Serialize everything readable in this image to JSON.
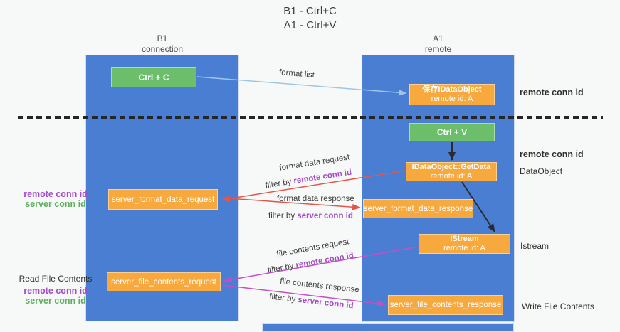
{
  "title": {
    "line1": "B1 - Ctrl+C",
    "line2": "A1 - Ctrl+V"
  },
  "lifelines": {
    "left": {
      "title": "B1",
      "subtitle": "connection"
    },
    "right": {
      "title": "A1",
      "subtitle": "remote"
    }
  },
  "nodes": {
    "ctrl_c": {
      "label": "Ctrl + C"
    },
    "ctrl_v": {
      "label": "Ctrl + V"
    },
    "save_dataobject": {
      "line1": "保存IDataObject",
      "line2": "remote id: A"
    },
    "getdata": {
      "line1": "IDataObject::GetData",
      "line2": "remote id: A"
    },
    "istream": {
      "line1": "IStream",
      "line2": "remote id: A"
    },
    "format_request": {
      "label": "server_format_data_request"
    },
    "format_response": {
      "label": "server_format_data_response"
    },
    "file_request": {
      "label": "server_file_contents_request"
    },
    "file_response": {
      "label": "server_file_contents_response"
    }
  },
  "arrows": {
    "format_list": {
      "label": "format list"
    },
    "format_data_request": {
      "label": "format data request",
      "filter_prefix": "filter by ",
      "filter_value": "remote conn id"
    },
    "format_data_response": {
      "label": "format data response",
      "filter_prefix": "filter by ",
      "filter_value": "server conn id"
    },
    "file_contents_request": {
      "label": "file contents request",
      "filter_prefix": "filter by ",
      "filter_value": "remote conn id"
    },
    "file_contents_response": {
      "label": "file contents response",
      "filter_prefix": "filter by ",
      "filter_value": "server conn id"
    }
  },
  "annotations": {
    "remote_conn_top": "remote conn id",
    "remote_conn_mid": "remote conn id",
    "dataobject": "DataObject",
    "istream": "Istream",
    "write_file_contents": "Write File Contents",
    "read_file_contents": "Read File Contents",
    "left_mid": {
      "remote": "remote conn id",
      "server": "server conn id"
    },
    "left_bottom": {
      "remote": "remote conn id",
      "server": "server conn id"
    }
  },
  "colors": {
    "lifeline_blue": "#4A7ED3",
    "node_orange": "#F7A93E",
    "node_green": "#6CBE6B",
    "arrow_light_blue": "#9DC6E8",
    "arrow_red": "#E25749",
    "arrow_magenta": "#C44FC4",
    "arrow_black": "#2B2B2B",
    "conn_purple": "#A34CC6",
    "conn_green": "#5FAE5F"
  }
}
